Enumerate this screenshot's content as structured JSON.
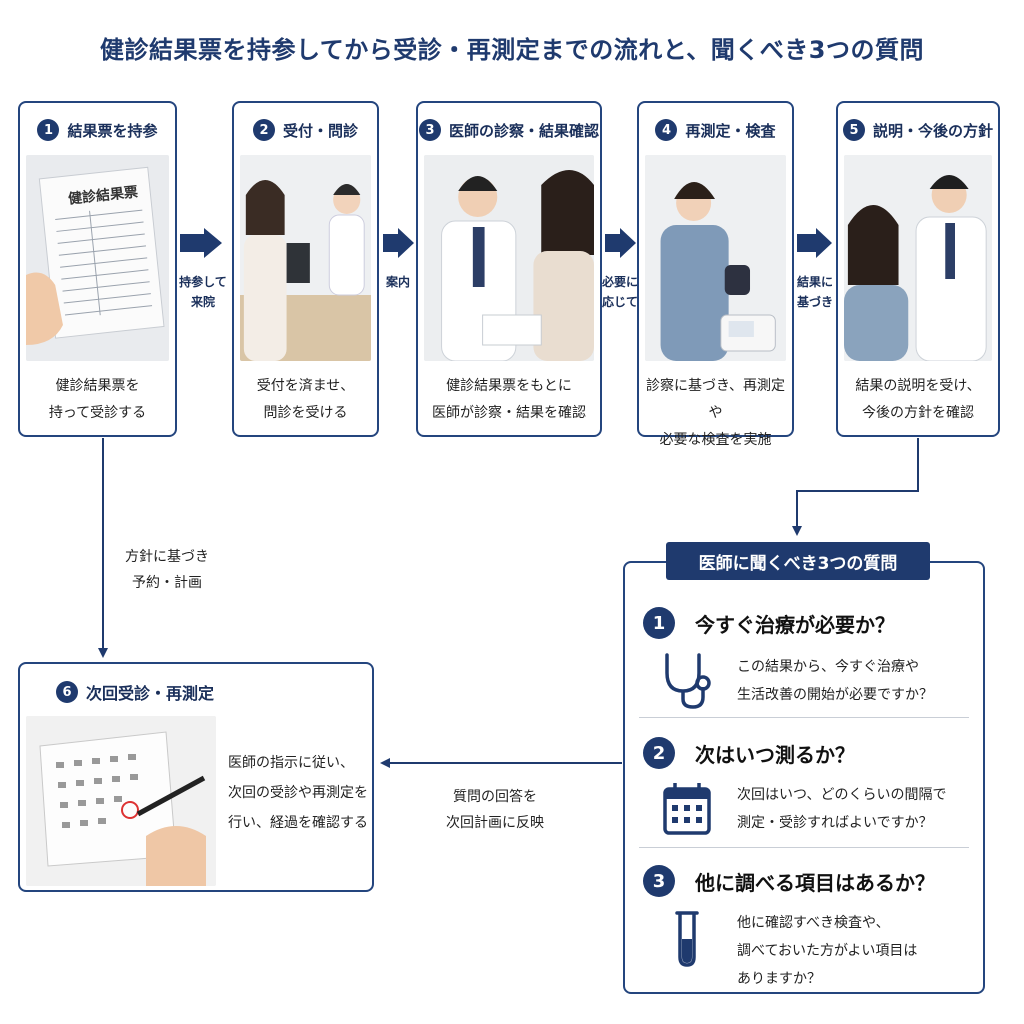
{
  "title": "健診結果票を持参してから受診・再測定までの流れと、聞くべき3つの質問",
  "steps": [
    {
      "num": "1",
      "label": "結果票を持参",
      "desc": "健診結果票を\n持って受診する"
    },
    {
      "num": "2",
      "label": "受付・問診",
      "desc": "受付を済ませ、\n問診を受ける"
    },
    {
      "num": "3",
      "label": "医師の診察・結果確認",
      "desc": "健診結果票をもとに\n医師が診察・結果を確認"
    },
    {
      "num": "4",
      "label": "再測定・検査",
      "desc": "診察に基づき、再測定や\n必要な検査を実施"
    },
    {
      "num": "5",
      "label": "説明・今後の方針",
      "desc": "結果の説明を受け、\n今後の方針を確認"
    }
  ],
  "arrows": {
    "a1": "持参して\n来院",
    "a2": "案内",
    "a3": "必要に\n応じて",
    "a4": "結果に\n基づき",
    "down": "方針に基づき\n予約・計画",
    "left": "質問の回答を\n次回計画に反映"
  },
  "step6": {
    "num": "6",
    "label": "次回受診・再測定",
    "desc": "医師の指示に従い、\n次回の受診や再測定を\n行い、経過を確認する"
  },
  "photo_text": {
    "sheet_title": "健診結果票"
  },
  "questions": {
    "title": "医師に聞くべき3つの質問",
    "items": [
      {
        "num": "1",
        "label": "今すぐ治療が必要か？",
        "text": "この結果から、今すぐ治療や\n生活改善の開始が必要ですか？",
        "icon": "stethoscope-icon"
      },
      {
        "num": "2",
        "label": "次はいつ測るか？",
        "text": "次回はいつ、どのくらいの間隔で\n測定・受診すればよいですか？",
        "icon": "calendar-icon"
      },
      {
        "num": "3",
        "label": "他に調べる項目はあるか？",
        "text": "他に確認すべき検査や、\n調べておいた方がよい項目は\nありますか？",
        "icon": "test-tube-icon"
      }
    ]
  },
  "colors": {
    "navy": "#1f3a6e",
    "border": "#24457e"
  }
}
